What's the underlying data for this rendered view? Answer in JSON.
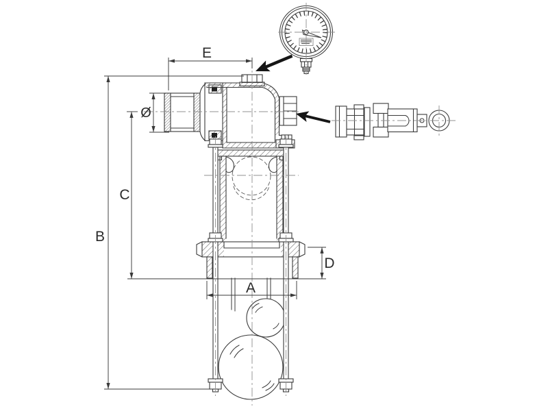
{
  "drawing": {
    "type": "technical-cross-section",
    "background_color": "#ffffff",
    "line_color": "#3a3a3a",
    "centerline_color": "#909090",
    "callout_arrow_color": "#161616",
    "labels": {
      "a": "A",
      "b": "B",
      "c": "C",
      "d": "D",
      "e": "E",
      "diameter": "Ø"
    },
    "components": [
      "pressure-gauge",
      "operating-key",
      "hose-nozzle",
      "top-plug",
      "outlet-cap",
      "riser-tube",
      "ball-valve-dashed",
      "bottom-flange",
      "tie-rods",
      "float-balls"
    ]
  }
}
